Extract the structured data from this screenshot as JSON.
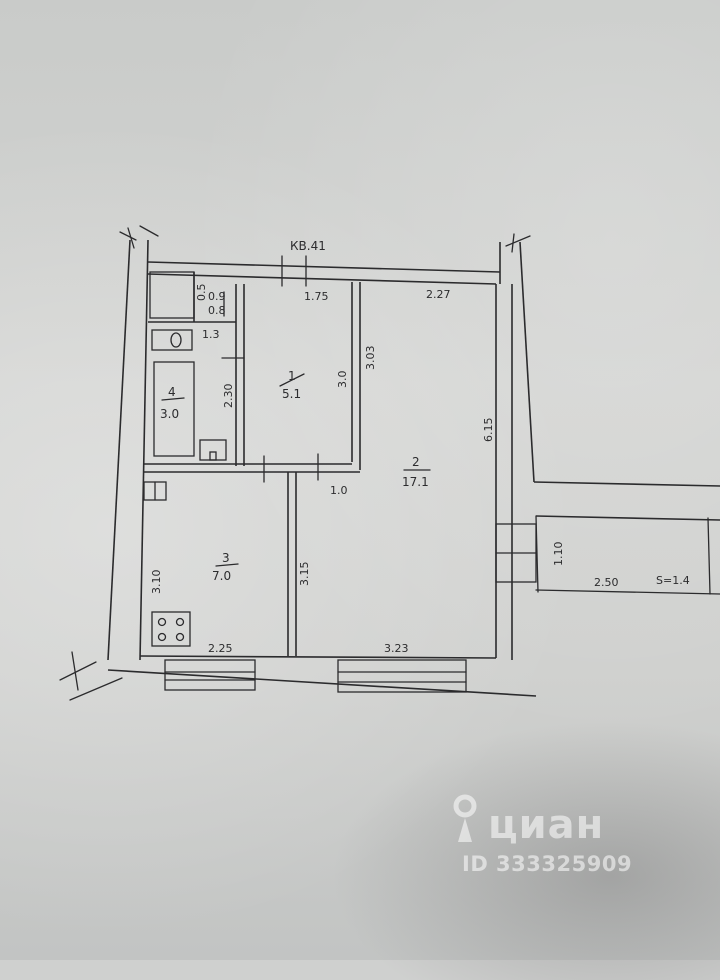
{
  "plan": {
    "apartment_label": "КВ.41",
    "rooms": [
      {
        "id": "1",
        "number": "1",
        "area": "5.1"
      },
      {
        "id": "2",
        "number": "2",
        "area": "17.1"
      },
      {
        "id": "3",
        "number": "3",
        "area": "7.0"
      },
      {
        "id": "4",
        "number": "4",
        "area": "3.0"
      }
    ],
    "dimensions": {
      "closet_w": "0.5",
      "closet_h1": "0.9",
      "closet_h2": "0.8",
      "room1_top": "1.75",
      "room2_top": "2.27",
      "bath_top": "1.3",
      "bath_side": "2.30",
      "room1_side": "3.0",
      "room2_left": "3.03",
      "room2_right": "6.15",
      "door_gap": "1.0",
      "kitchen_side": "3.10",
      "kitchen_right": "3.15",
      "kitchen_bottom": "2.25",
      "room2_bottom": "3.23",
      "balcony_depth": "1.10",
      "balcony_len": "2.50",
      "balcony_area": "S=1.4"
    }
  },
  "watermark": {
    "brand": "циан",
    "id": "ID 333325909"
  }
}
